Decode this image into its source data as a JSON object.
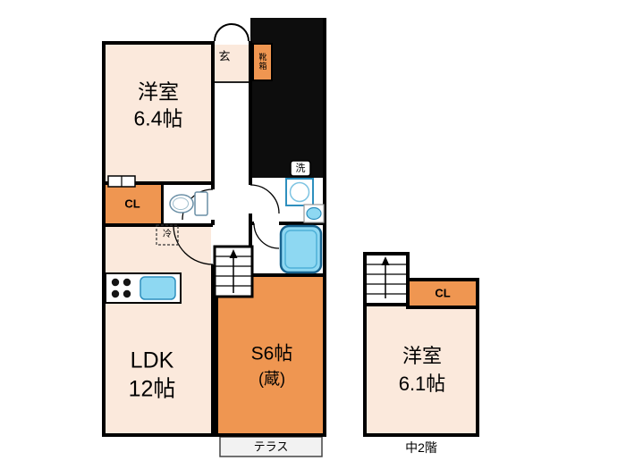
{
  "palette": {
    "cream": "#fbe9dc",
    "orange": "#ef9651",
    "void_black": "#0d0d0d",
    "water_blue": "#8ed8f2",
    "water_stroke": "#2e8fbe",
    "terrace_gray": "#f2f2f2",
    "wall": "#000000"
  },
  "rooms": {
    "bedroom_upper": {
      "name": "洋室",
      "size": "6.4帖"
    },
    "ldk": {
      "name": "LDK",
      "size": "12帖"
    },
    "storage": {
      "name": "S6帖",
      "note": "(蔵)"
    },
    "bedroom_mezz": {
      "name": "洋室",
      "size": "6.1帖"
    },
    "closet_upper": {
      "label": "CL"
    },
    "closet_mezz": {
      "label": "CL"
    },
    "entrance": {
      "label": "玄"
    },
    "shoe_cabinet": {
      "label": "靴箱"
    },
    "laundry": {
      "label": "洗"
    },
    "refrigerator": {
      "label": "冷"
    },
    "terrace": {
      "label": "テラス"
    },
    "mezzanine": {
      "label": "中2階"
    }
  }
}
